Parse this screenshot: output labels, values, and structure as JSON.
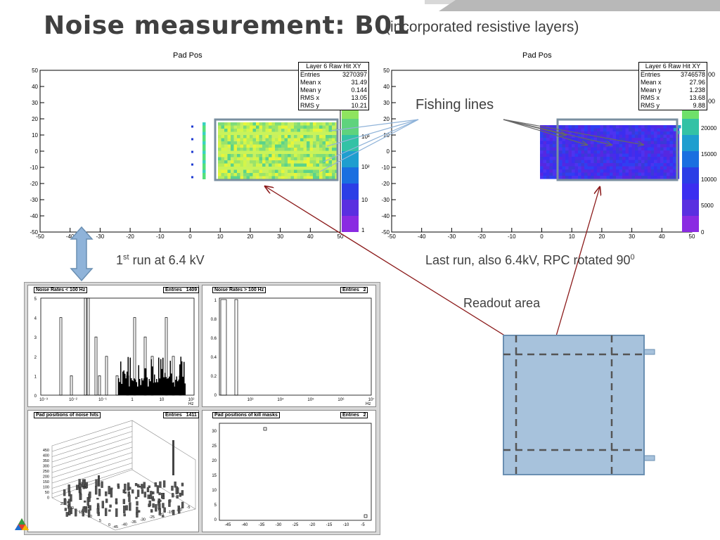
{
  "slide": {
    "title": "Noise measurement: B01",
    "subtitle": "(incorporated resistive layers)"
  },
  "plot_left": {
    "title": "Pad Pos",
    "stats_header": "Layer 6 Raw Hit XY",
    "stats": [
      {
        "k": "Entries",
        "v": "3270397"
      },
      {
        "k": "Mean x",
        "v": "31.49"
      },
      {
        "k": "Mean y",
        "v": "0.144"
      },
      {
        "k": "RMS x",
        "v": "13.05"
      },
      {
        "k": "RMS y",
        "v": "10.21"
      }
    ],
    "y_ticks": [
      "50",
      "40",
      "30",
      "20",
      "10",
      "0",
      "-10",
      "-20",
      "-30",
      "-40",
      "-50"
    ],
    "x_ticks": [
      "-50",
      "-40",
      "-30",
      "-20",
      "-10",
      "0",
      "10",
      "20",
      "30",
      "40",
      "50"
    ],
    "z_ticks": [
      "10³",
      "10²",
      "10",
      "1"
    ]
  },
  "plot_right": {
    "title": "Pad Pos",
    "stats_header": "Layer 6 Raw Hit XY",
    "stats": [
      {
        "k": "Entries",
        "v": "3746578"
      },
      {
        "k": "Mean x",
        "v": "27.96"
      },
      {
        "k": "Mean y",
        "v": "1.238"
      },
      {
        "k": "RMS x",
        "v": "13.68"
      },
      {
        "k": "RMS y",
        "v": "9.88"
      }
    ],
    "y_ticks": [
      "50",
      "40",
      "30",
      "20",
      "10",
      "0",
      "-10",
      "-20",
      "-30",
      "-40",
      "-50"
    ],
    "x_ticks": [
      "-50",
      "-40",
      "-30",
      "-20",
      "-10",
      "0",
      "10",
      "20",
      "30",
      "40",
      "50"
    ],
    "z_ticks": [
      "20000",
      "15000",
      "10000",
      "5000",
      "0"
    ],
    "z_partial": [
      "00",
      "00"
    ]
  },
  "labels": {
    "fishing_lines": "Fishing lines",
    "first_run_sup": "st",
    "first_run_pre": "1",
    "first_run_post": " run at 6.4 kV",
    "last_run": "Last run, also 6.4kV, RPC rotated 90",
    "last_run_sup": "0",
    "readout_area": "Readout area"
  },
  "small_plots": {
    "tl": {
      "title": "Noise Rates < 100 Hz",
      "entries_label": "Entries",
      "entries": "1409",
      "y_ticks": [
        "5",
        "4",
        "3",
        "2",
        "1",
        "0"
      ],
      "x_ticks": [
        "10⁻³",
        "10⁻²",
        "10⁻¹",
        "1",
        "10",
        "10²"
      ],
      "x_unit": "Hz"
    },
    "tr": {
      "title": "Noise Rates > 100 Hz",
      "entries_label": "Entries",
      "entries": "2",
      "y_ticks": [
        "1",
        "0.8",
        "0.6",
        "0.4",
        "0.2",
        "0"
      ],
      "x_ticks": [
        "10³",
        "10⁴",
        "10⁵",
        "10⁶",
        "10⁷"
      ],
      "x_unit": "Hz"
    },
    "bl": {
      "title": "Pad positions of noise hits",
      "entries_label": "Entries",
      "entries": "1411",
      "z_ticks": [
        "450",
        "400",
        "350",
        "300",
        "250",
        "200",
        "150",
        "100",
        "50",
        "0"
      ],
      "y_ticks": [
        "25",
        "20",
        "15",
        "10",
        "5",
        "0"
      ],
      "x_ticks": [
        "-45",
        "-40",
        "-35",
        "-30",
        "-25",
        "-20",
        "-15",
        "-10",
        "-5"
      ]
    },
    "br": {
      "title": "Pad positions of kill masks",
      "entries_label": "Entries",
      "entries": "2",
      "y_ticks": [
        "30",
        "25",
        "20",
        "15",
        "10",
        "5",
        "0"
      ],
      "x_ticks": [
        "-45",
        "-40",
        "-35",
        "-30",
        "-25",
        "-20",
        "-15",
        "-10",
        "-5"
      ]
    }
  },
  "colors": {
    "accent_arrow": "#8b1a1a",
    "fishing": "#8fb3d9",
    "box": "#7a8fa0",
    "rpc_fill": "#a7c2dc",
    "rpc_border": "#6a8fb2"
  }
}
